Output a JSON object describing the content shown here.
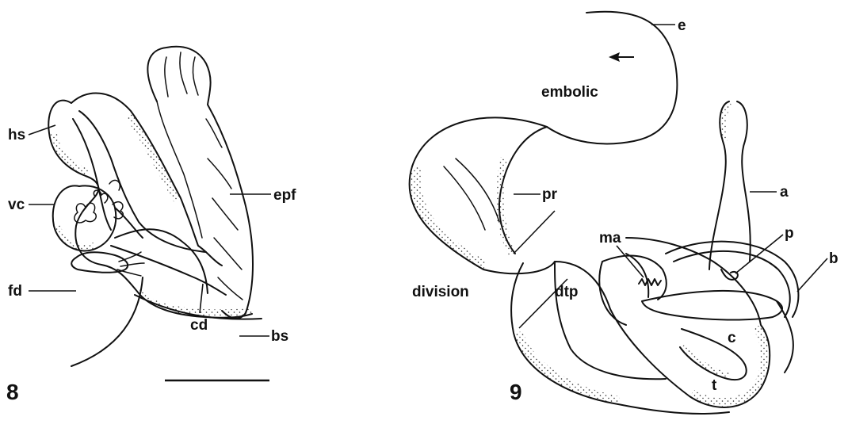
{
  "figure8": {
    "number": "8",
    "labels": {
      "hs": "hs",
      "vc": "vc",
      "fd": "fd",
      "epf": "epf",
      "cd": "cd",
      "bs": "bs"
    }
  },
  "figure9": {
    "number": "9",
    "labels": {
      "e": "e",
      "embolic": "embolic",
      "division": "division",
      "pr": "pr",
      "dtp": "dtp",
      "ma": "ma",
      "a": "a",
      "p": "p",
      "b": "b",
      "c": "c",
      "t": "t"
    }
  }
}
